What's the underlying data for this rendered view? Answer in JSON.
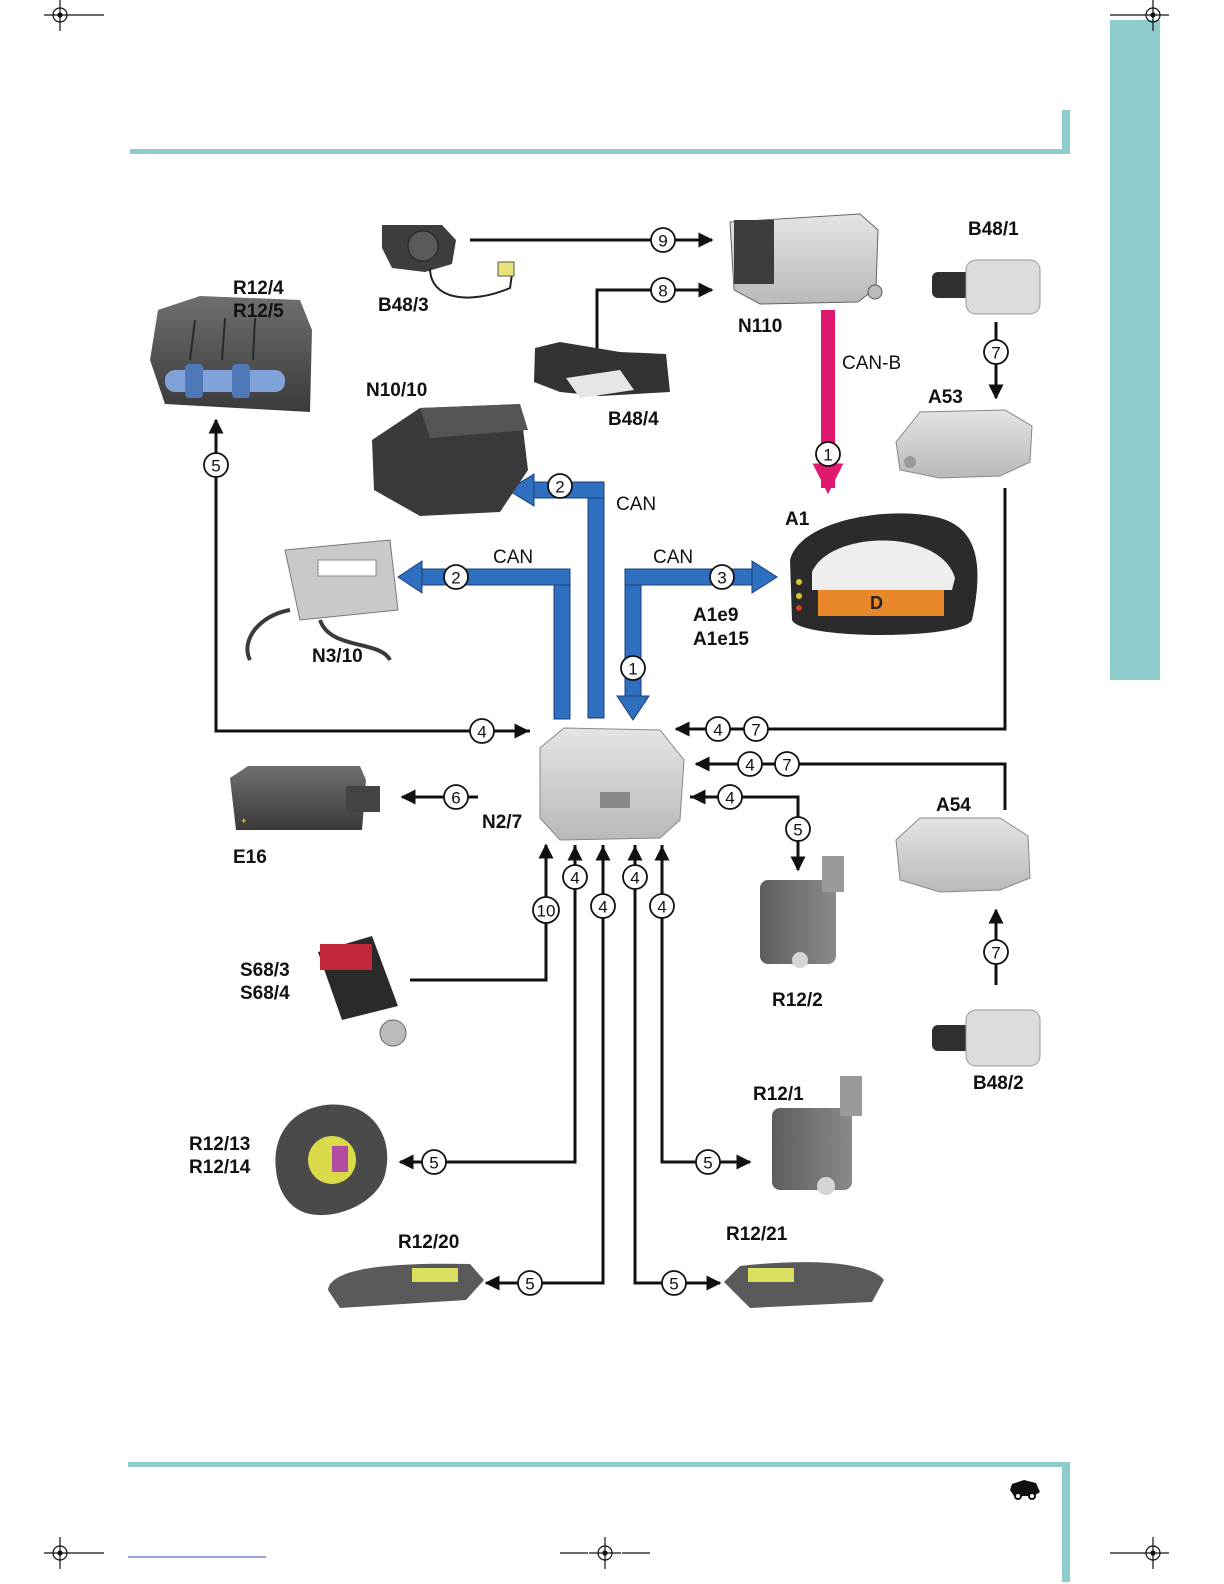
{
  "colors": {
    "teal": "#8ecbcb",
    "can_blue": "#2f6fc0",
    "can_b_pink": "#e0186e",
    "line": "#111111"
  },
  "components": {
    "R12_4": "R12/4",
    "R12_5": "R12/5",
    "B48_3": "B48/3",
    "B48_4": "B48/4",
    "N110": "N110",
    "B48_1": "B48/1",
    "A53": "A53",
    "N10_10": "N10/10",
    "A1": "A1",
    "A1e9": "A1e9",
    "A1e15": "A1e15",
    "N3_10": "N3/10",
    "N2_7": "N2/7",
    "E16": "E16",
    "A54": "A54",
    "S68_3": "S68/3",
    "S68_4": "S68/4",
    "R12_2": "R12/2",
    "B48_2": "B48/2",
    "R12_1": "R12/1",
    "R12_13": "R12/13",
    "R12_14": "R12/14",
    "R12_20": "R12/20",
    "R12_21": "R12/21"
  },
  "bus_labels": {
    "can_b": "CAN-B",
    "can_1": "CAN",
    "can_2": "CAN",
    "can_3": "CAN"
  },
  "signal_numbers": {
    "n1": "1",
    "n2": "2",
    "n3": "3",
    "n4": "4",
    "n5": "5",
    "n6": "6",
    "n7": "7",
    "n8": "8",
    "n9": "9",
    "n10": "10"
  },
  "icons": [
    "registration-mark-icon",
    "car-service-icon"
  ]
}
